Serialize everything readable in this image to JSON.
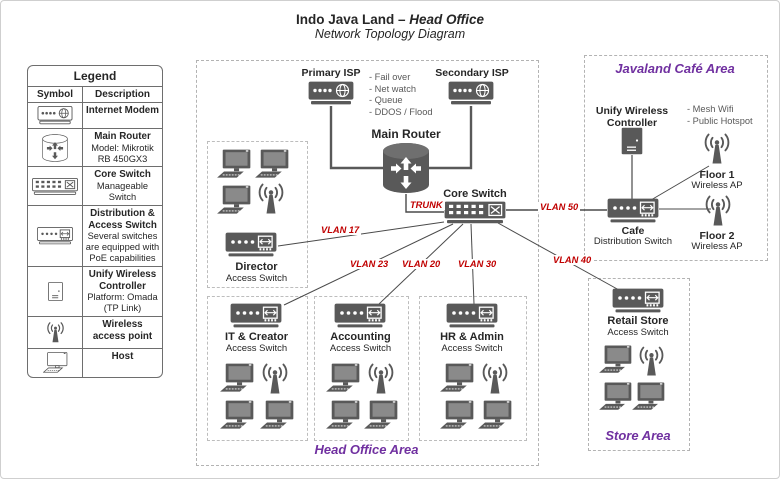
{
  "title": {
    "prefix": "Indo Java Land – ",
    "emphasis": "Head Office",
    "subtitle": "Network Topology Diagram"
  },
  "colors": {
    "vlan_red": "#C00000",
    "area_purple": "#7030A0",
    "device_gray": "#595959"
  },
  "legend": {
    "title": "Legend",
    "columns": [
      "Symbol",
      "Description"
    ],
    "rows": [
      {
        "icon": "modem-icon",
        "name": "Internet Modem",
        "details": []
      },
      {
        "icon": "router-icon",
        "name": "Main Router",
        "details": [
          "Model: Mikrotik",
          "RB 450GX3"
        ]
      },
      {
        "icon": "core-switch-icon",
        "name": "Core Switch",
        "details": [
          "Manageable",
          "Switch"
        ]
      },
      {
        "icon": "access-switch-icon",
        "name": "Distribution & Access Switch",
        "details": [
          "Several switches",
          "are equipped with",
          "PoE capabilities"
        ]
      },
      {
        "icon": "controller-icon",
        "name": "Unify Wireless Controller",
        "details": [
          "Platform: Omada",
          "(TP Link)"
        ]
      },
      {
        "icon": "wireless-ap-icon",
        "name": "Wireless access point",
        "details": []
      },
      {
        "icon": "host-icon",
        "name": "Host",
        "details": []
      }
    ]
  },
  "areas": {
    "head_office": "Head Office Area",
    "cafe": "Javaland Café Area",
    "store": "Store Area"
  },
  "nodes": {
    "primary_isp": "Primary ISP",
    "secondary_isp": "Secondary ISP",
    "isp_features": [
      "- Fail over",
      "- Net watch",
      "- Queue",
      "- DDOS / Flood"
    ],
    "main_router": "Main Router",
    "core_switch": "Core Switch",
    "director_switch": {
      "name": "Director",
      "sub": "Access Switch"
    },
    "it_switch": {
      "name": "IT & Creator",
      "sub": "Access Switch"
    },
    "accounting_switch": {
      "name": "Accounting",
      "sub": "Access Switch"
    },
    "hr_switch": {
      "name": "HR & Admin",
      "sub": "Access Switch"
    },
    "retail_switch": {
      "name": "Retail Store",
      "sub": "Access Switch"
    },
    "cafe_switch": {
      "name": "Cafe",
      "sub": "Distribution Switch"
    },
    "controller": {
      "line1": "Unify Wireless",
      "line2": "Controller"
    },
    "cafe_features": [
      "- Mesh Wifi",
      "- Public Hotspot"
    ],
    "floor1_ap": {
      "name": "Floor 1",
      "sub": "Wireless AP"
    },
    "floor2_ap": {
      "name": "Floor 2",
      "sub": "Wireless AP"
    }
  },
  "links": {
    "trunk": "TRUNK",
    "vlan17": "VLAN 17",
    "vlan23": "VLAN 23",
    "vlan20": "VLAN 20",
    "vlan30": "VLAN 30",
    "vlan40": "VLAN 40",
    "vlan50": "VLAN 50"
  }
}
